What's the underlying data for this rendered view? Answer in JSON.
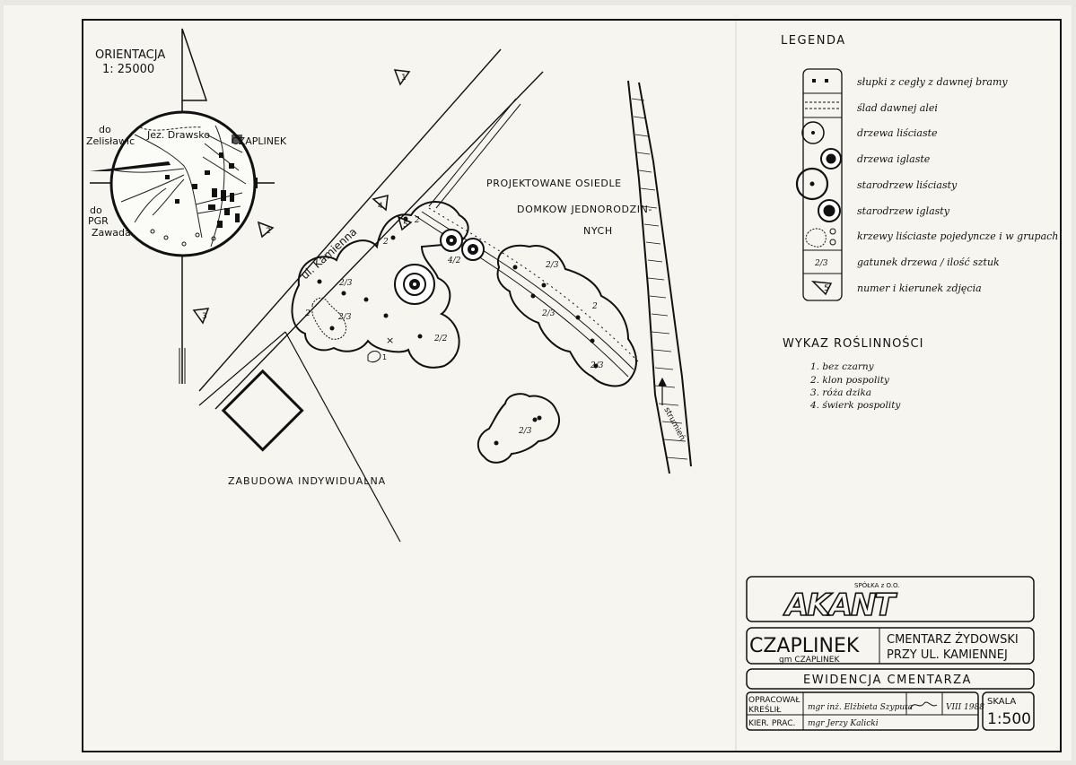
{
  "orientation": {
    "title": "ORIENTACJA",
    "scale": "1: 25000",
    "labels": {
      "do_zelislawic_1": "do",
      "do_zelislawic_2": "Zelisławic",
      "lake": "Jez. Drawsko",
      "town": "CZAPLINEK",
      "do_pgr_1": "do",
      "do_pgr_2": "PGR",
      "do_pgr_3": "Zawada"
    }
  },
  "map": {
    "street": "ul. Kamienna",
    "proj_1": "PROJEKTOWANE OSIEDLE",
    "proj_2": "DOMKOW JEDNORODZIN-",
    "proj_3": "NYCH",
    "zabudowa": "ZABUDOWA INDYWIDUALNA",
    "stream": "strumień",
    "photo_points": [
      "1",
      "2",
      "3",
      "4",
      "5"
    ],
    "cluster_labels": [
      "2/3",
      "2",
      "2/3",
      "2",
      "2/2",
      "4/2",
      "2/3",
      "2",
      "2/3",
      "2/3",
      "2",
      "2/3"
    ]
  },
  "legend": {
    "title": "LEGENDA",
    "items": [
      "słupki z cegły z dawnej bramy",
      "ślad dawnej alei",
      "drzewa liściaste",
      "drzewa iglaste",
      "starodrzew liściasty",
      "starodrzew iglasty",
      "krzewy liściaste pojedyncze i w grupach",
      "gatunek drzewa / ilość sztuk",
      "numer i kierunek zdjęcia"
    ],
    "symbol_text": {
      "species": "2/3",
      "photo": "5"
    }
  },
  "flora": {
    "title": "WYKAZ ROŚLINNOŚCI",
    "items": [
      "1.  bez czarny",
      "2.  klon pospolity",
      "3.  róża dzika",
      "4.  świerk pospolity"
    ]
  },
  "title_block": {
    "logo_small": "SPÓŁKA z O.O.",
    "logo": "AKANT",
    "city": "CZAPLINEK",
    "gmina": "gm CZAPLINEK",
    "subject_1": "CMENTARZ ŻYDOWSKI",
    "subject_2": "PRZY UL. KAMIENNEJ",
    "doc_title": "EWIDENCJA  CMENTARZA",
    "rows": [
      {
        "role_1": "OPRACOWAŁ",
        "role_2": "KREŚLIŁ",
        "name": "mgr inż. Elżbieta Szyputa",
        "date": "VIII 1988"
      },
      {
        "role_1": "KIER. PRAC.",
        "name": "mgr  Jerzy Kalicki"
      }
    ],
    "scale_label": "SKALA",
    "scale_value": "1:500"
  },
  "colors": {
    "paper": "#f6f5f0",
    "ink": "#111111",
    "background": "#e9e8e2"
  }
}
